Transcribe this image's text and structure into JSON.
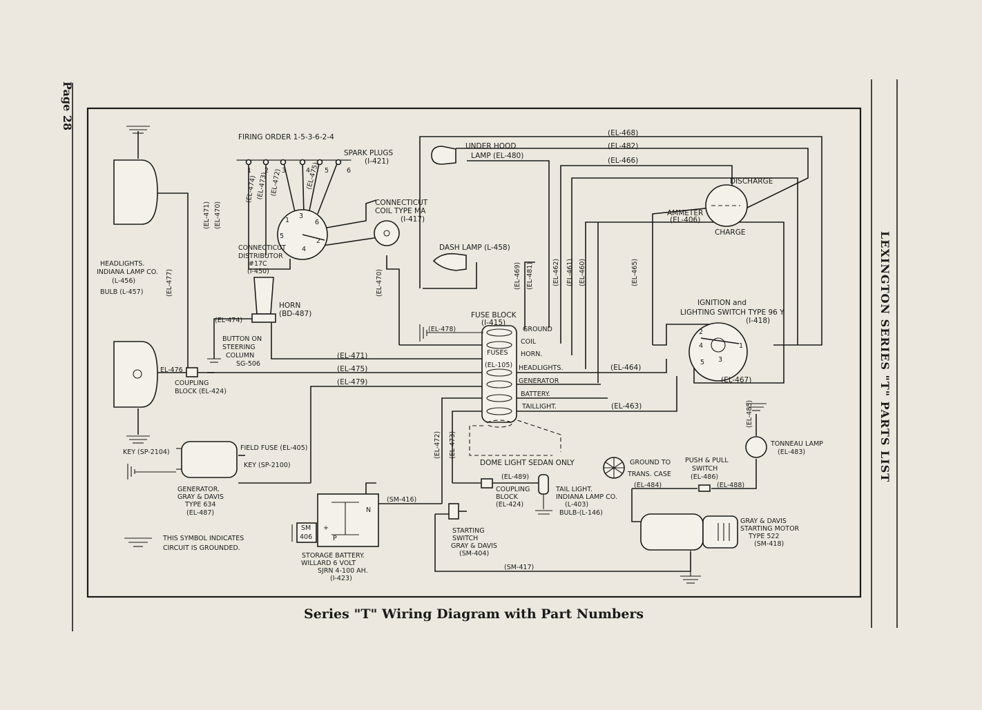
{
  "page_label": "Page 28",
  "side_title": "LEXINGTON SERIES \"T\" PARTS LIST",
  "caption": "Series \"T\" Wiring Diagram with Part Numbers",
  "labels": {
    "firing_order": "FIRING ORDER 1-5-3-6-2-4",
    "spark_plugs": "SPARK PLUGS",
    "spark_plugs_pn": "(I-421)",
    "plug_numbers": [
      "1",
      "2",
      "3",
      "4",
      "5",
      "6"
    ],
    "distributor_pins": [
      "1",
      "5",
      "3",
      "6",
      "2",
      "4"
    ],
    "distributor_1": "CONNECTICUT",
    "distributor_2": "DISTRIBUTOR",
    "distributor_3": "#17C",
    "distributor_4": "(I-450)",
    "coil_1": "CONNECTICUT",
    "coil_2": "COIL TYPE MA",
    "coil_3": "(I-417)",
    "under_hood_1": "UNDER HOOD",
    "under_hood_2": "LAMP (EL-480)",
    "dash_lamp": "DASH LAMP (L-458)",
    "headlights_1": "HEADLIGHTS.",
    "headlights_2": "INDIANA LAMP CO.",
    "headlights_3": "(L-456)",
    "headlights_4": "BULB (L-457)",
    "horn_1": "HORN",
    "horn_2": "(BD-487)",
    "button_1": "BUTTON ON",
    "button_2": "STEERING",
    "button_3": "COLUMN",
    "button_4": "SG-506",
    "coupling_1": "COUPLING",
    "coupling_2": "BLOCK (EL-424)",
    "generator_1": "GENERATOR.",
    "generator_2": "GRAY & DAVIS",
    "generator_3": "TYPE 634",
    "generator_4": "(EL-487)",
    "field_fuse": "FIELD FUSE (EL-405)",
    "key_left": "KEY (SP-2104)",
    "key_right": "KEY (SP-2100)",
    "ground_note_1": "THIS SYMBOL INDICATES",
    "ground_note_2": "CIRCUIT IS GROUNDED.",
    "battery_1": "STORAGE BATTERY.",
    "battery_2": "WILLARD 6 VOLT",
    "battery_3": "SJRN 4-100 AH.",
    "battery_4": "(I-423)",
    "battery_sm": "SM",
    "battery_406": "406",
    "battery_plus": "+",
    "battery_p": "P",
    "battery_n": "N",
    "starting_switch_1": "STARTING",
    "starting_switch_2": "SWITCH",
    "starting_switch_3": "GRAY & DAVIS",
    "starting_switch_4": "(SM-404)",
    "fuse_block_1": "FUSE BLOCK",
    "fuse_block_2": "(I-415)",
    "fuses_1": "FUSES",
    "fuses_2": "(EL-105)",
    "terminals": [
      "GROUND",
      "COIL",
      "HORN.",
      "HEADLIGHTS.",
      "GENERATOR",
      "BATTERY.",
      "TAILLIGHT."
    ],
    "dome_light": "DOME LIGHT SEDAN ONLY",
    "ground_trans_1": "GROUND TO",
    "ground_trans_2": "TRANS. CASE",
    "coupling2_1": "COUPLING",
    "coupling2_2": "BLOCK",
    "coupling2_3": "(EL-424)",
    "tail_light_1": "TAIL LIGHT.",
    "tail_light_2": "INDIANA LAMP CO.",
    "tail_light_3": "(L-403)",
    "tail_light_4": "BULB-(L-146)",
    "push_pull_1": "PUSH & PULL",
    "push_pull_2": "SWITCH",
    "push_pull_3": "(EL-486)",
    "tonneau_1": "TONNEAU LAMP",
    "tonneau_2": "(EL-483)",
    "starter_1": "GRAY & DAVIS",
    "starter_2": "STARTING MOTOR",
    "starter_3": "TYPE 522",
    "starter_4": "(SM-418)",
    "discharge": "DISCHARGE",
    "charge": "CHARGE",
    "ammeter_1": "AMMETER",
    "ammeter_2": "(EL-406)",
    "ignition_1": "IGNITION and",
    "ignition_2": "LIGHTING SWITCH TYPE 96 Y",
    "ignition_3": "(I-418)",
    "switch_pins": [
      "2",
      "4",
      "5",
      "3",
      "1"
    ]
  },
  "wires": {
    "el468": "(EL-468)",
    "el482": "(EL-482)",
    "el466": "(EL-466)",
    "el471_v": "(EL-471)",
    "el470_v": "(EL-470)",
    "el474_v": "(EL-474)",
    "el472_v": "(EL-472)",
    "el473_v": "(EL-473)",
    "el475_v": "(EL-475)",
    "el477": "(EL-477)",
    "el474": "(EL-474)",
    "el476": "EL-476",
    "el470": "(EL-470)",
    "el478": "(EL-478)",
    "el469": "(EL-469)",
    "el481": "(EL-481)",
    "el462": "(EL-462)",
    "el461": "(EL-461)",
    "el460": "(EL-460)",
    "el465": "(EL-465)",
    "el471": "(EL-471)",
    "el475": "(EL-475)",
    "el479": "(EL-479)",
    "el464": "(EL-464)",
    "el463": "(EL-463)",
    "el467": "(EL-467)",
    "el472": "(EL-472)",
    "el473": "(EL-473)",
    "el489": "(EL-489)",
    "el484": "(EL-484)",
    "el488": "(EL-488)",
    "el485": "(EL-485)",
    "sm416": "(SM-416)",
    "sm417": "(SM-417)"
  }
}
